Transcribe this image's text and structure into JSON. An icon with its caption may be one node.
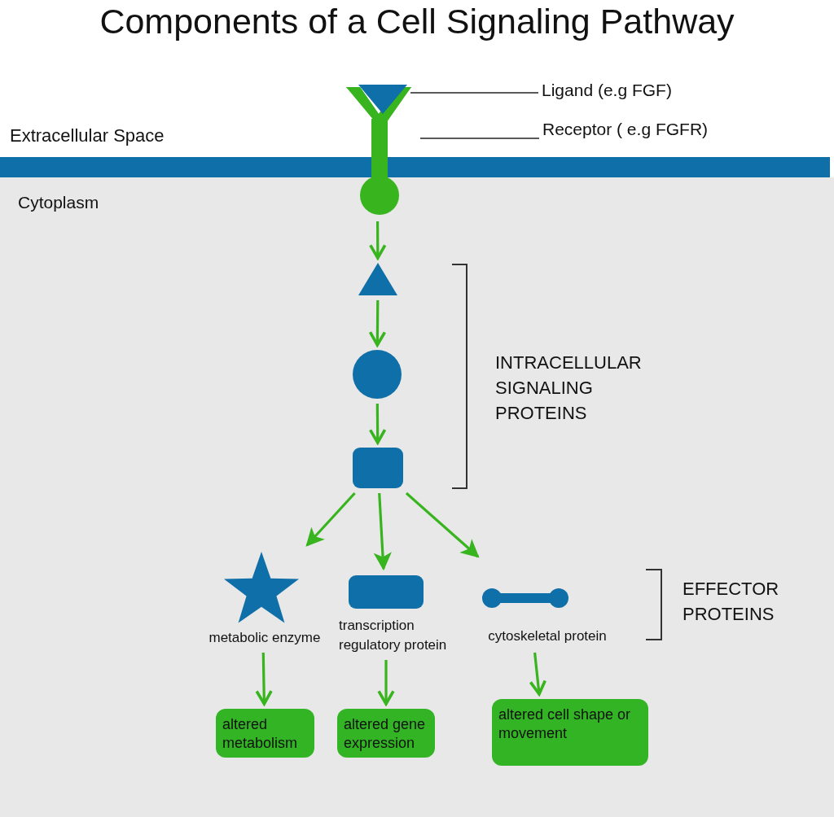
{
  "diagram": {
    "title": "Components of a Cell Signaling Pathway",
    "nodes": [
      {
        "text": [
          "Ligand (e.g FGF)"
        ]
      },
      {
        "text": [],
        "shape": "triangle",
        "in": 3
      },
      {
        "text": [
          "Receptor ( e.g FGFR)"
        ]
      },
      {
        "text": [],
        "shape": "receptor"
      },
      {
        "text": [],
        "shape": "triangle"
      },
      {
        "text": [],
        "shape": "circle"
      },
      {
        "text": [],
        "shape": "box"
      },
      {
        "text": [],
        "shape": "star",
        "beside": [
          "metabolic enzyme"
        ]
      },
      {
        "text": [],
        "shape": "box",
        "beside": [
          "transcription regulatory protein"
        ]
      },
      {
        "text": [],
        "shape": "dumbbell",
        "beside": [
          "cytoskeletal protein"
        ]
      },
      {
        "text": [
          "altered metabolism"
        ]
      },
      {
        "text": [
          "altered gene expression"
        ]
      },
      {
        "text": [
          "altered cell shape or movement"
        ]
      }
    ],
    "edges": [
      {
        "from": 0,
        "to": 1,
        "arrow": "none",
        "color": "#222222"
      },
      {
        "from": 2,
        "to": 3,
        "arrow": "none",
        "color": "#222222"
      },
      {
        "from": 3,
        "to": 4,
        "arrow": "to"
      },
      {
        "from": 4,
        "to": 5,
        "arrow": "to"
      },
      {
        "from": 5,
        "to": 6,
        "arrow": "to"
      },
      {
        "from": 6,
        "to": 7,
        "arrow": "to"
      },
      {
        "from": 6,
        "to": 8,
        "arrow": "to"
      },
      {
        "from": 6,
        "to": 9,
        "arrow": "to"
      },
      {
        "from": 7,
        "to": 10,
        "arrow": "to"
      },
      {
        "from": 8,
        "to": 11,
        "arrow": "to"
      },
      {
        "from": 9,
        "to": 12,
        "arrow": "to"
      }
    ],
    "labels": [
      "Extracellular Space",
      "Cytoplasm",
      "INTRACELLULAR SIGNALING PROTEINS",
      "EFFECTOR PROTEINS"
    ]
  }
}
